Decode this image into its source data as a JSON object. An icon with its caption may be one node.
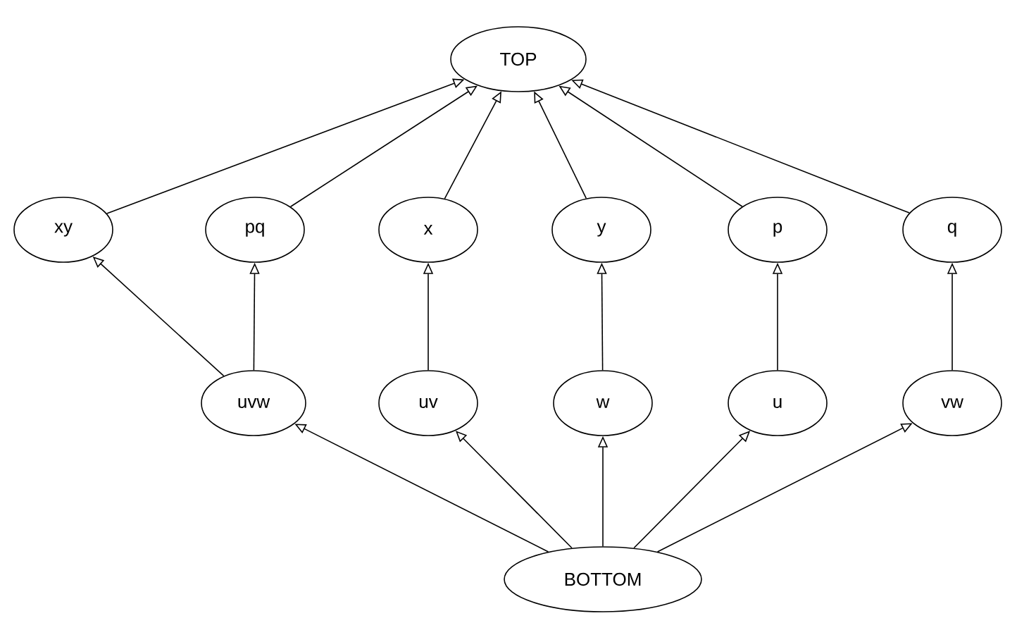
{
  "diagram": {
    "nodes": [
      {
        "text": [
          "TOP"
        ]
      },
      {
        "text": [
          "xy"
        ]
      },
      {
        "text": [
          "pq"
        ]
      },
      {
        "text": [
          "x"
        ]
      },
      {
        "text": [
          "y"
        ]
      },
      {
        "text": [
          "p"
        ]
      },
      {
        "text": [
          "q"
        ]
      },
      {
        "text": [
          "uvw"
        ]
      },
      {
        "text": [
          "uv"
        ]
      },
      {
        "text": [
          "w"
        ]
      },
      {
        "text": [
          "u"
        ]
      },
      {
        "text": [
          "vw"
        ]
      },
      {
        "text": [
          "BOTTOM"
        ]
      }
    ],
    "edges": [
      {
        "from": 1,
        "to": 0,
        "arrow": "to"
      },
      {
        "from": 2,
        "to": 0,
        "arrow": "to"
      },
      {
        "from": 3,
        "to": 0,
        "arrow": "to"
      },
      {
        "from": 4,
        "to": 0,
        "arrow": "to"
      },
      {
        "from": 5,
        "to": 0,
        "arrow": "to"
      },
      {
        "from": 6,
        "to": 0,
        "arrow": "to"
      },
      {
        "from": 7,
        "to": 1,
        "arrow": "to"
      },
      {
        "from": 7,
        "to": 2,
        "arrow": "to"
      },
      {
        "from": 8,
        "to": 3,
        "arrow": "to"
      },
      {
        "from": 9,
        "to": 4,
        "arrow": "to"
      },
      {
        "from": 10,
        "to": 5,
        "arrow": "to"
      },
      {
        "from": 11,
        "to": 6,
        "arrow": "to"
      },
      {
        "from": 12,
        "to": 7,
        "arrow": "to"
      },
      {
        "from": 12,
        "to": 8,
        "arrow": "to"
      },
      {
        "from": 12,
        "to": 9,
        "arrow": "to"
      },
      {
        "from": 12,
        "to": 10,
        "arrow": "to"
      },
      {
        "from": 12,
        "to": 11,
        "arrow": "to"
      }
    ]
  }
}
